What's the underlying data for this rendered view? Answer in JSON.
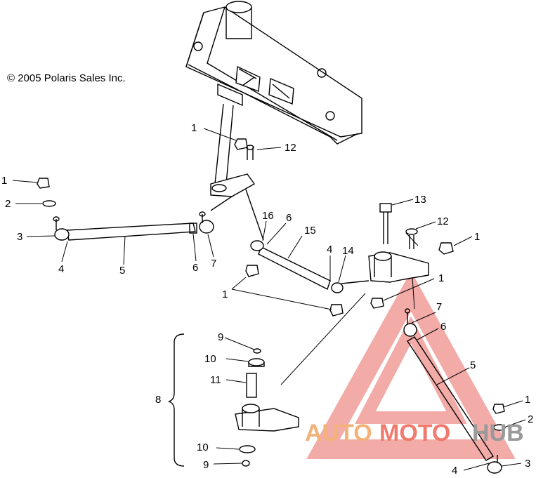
{
  "copyright": "© 2005 Polaris Sales Inc.",
  "callouts": [
    {
      "id": "c1a",
      "text": "1"
    },
    {
      "id": "c12a",
      "text": "12"
    },
    {
      "id": "c1b",
      "text": "1"
    },
    {
      "id": "c2a",
      "text": "2"
    },
    {
      "id": "c3a",
      "text": "3"
    },
    {
      "id": "c4a",
      "text": "4"
    },
    {
      "id": "c5a",
      "text": "5"
    },
    {
      "id": "c6a",
      "text": "6"
    },
    {
      "id": "c7a",
      "text": "7"
    },
    {
      "id": "c16",
      "text": "16"
    },
    {
      "id": "c6b",
      "text": "6"
    },
    {
      "id": "c15",
      "text": "15"
    },
    {
      "id": "c4b",
      "text": "4"
    },
    {
      "id": "c14",
      "text": "14"
    },
    {
      "id": "c13",
      "text": "13"
    },
    {
      "id": "c12b",
      "text": "12"
    },
    {
      "id": "c1c",
      "text": "1"
    },
    {
      "id": "c1d",
      "text": "1"
    },
    {
      "id": "c1e",
      "text": "1"
    },
    {
      "id": "c7b",
      "text": "7"
    },
    {
      "id": "c6c",
      "text": "6"
    },
    {
      "id": "c5b",
      "text": "5"
    },
    {
      "id": "c9a",
      "text": "9"
    },
    {
      "id": "c10a",
      "text": "10"
    },
    {
      "id": "c11",
      "text": "11"
    },
    {
      "id": "c8",
      "text": "8"
    },
    {
      "id": "c10b",
      "text": "10"
    },
    {
      "id": "c9b",
      "text": "9"
    },
    {
      "id": "c1f",
      "text": "1"
    },
    {
      "id": "c2b",
      "text": "2"
    },
    {
      "id": "c4c",
      "text": "4"
    },
    {
      "id": "c3b",
      "text": "3"
    }
  ],
  "watermark": {
    "part1": "AUTO",
    "part2": "MOTO",
    "part3": "HUB",
    "color_auto": "#f2b27a",
    "color_moto": "#f07a6e",
    "color_hub": "#9a9a9a",
    "triangle_color": "#ee8f8a"
  }
}
